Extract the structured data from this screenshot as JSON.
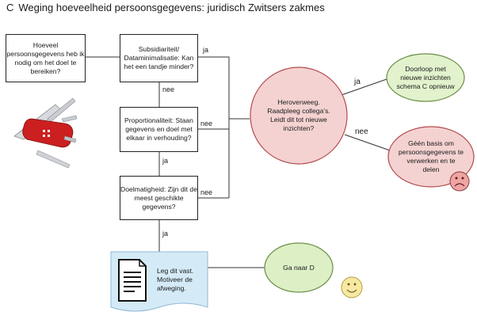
{
  "title": {
    "letter": "C",
    "text": "Weging hoeveelheid persoonsgegevens: juridisch Zwitsers zakmes"
  },
  "nodes": {
    "hoeveel": "Hoeveel persoonsgegevens heb ik nodig om het doel te bereiken?",
    "subsidiariteit": "Subsidiariteit/ Dataminimalisatie: Kan het een tandje minder?",
    "proportionaliteit": "Proportionaliteit: Staan gegevens en doel met elkaar in verhouding?",
    "doelmatigheid": "Doelmatigheid: Zijn dit de meest geschikte gegevens?",
    "heroverweeg": "Heroverweeg. Raadpleeg collega's. Leidt dit tot nieuwe inzichten?",
    "doorloop": "Doorloop met nieuwe inzichten schema C opnieuw",
    "geen_basis": "Géén basis om persoonsgegevens te verwerken en te delen",
    "leg_vast": "Leg dit vast. Motiveer de afweging.",
    "ga_naar": "Ga naar D"
  },
  "labels": {
    "ja_subsid": "ja",
    "nee_subsid": "nee",
    "nee_proport": "nee",
    "ja_proport": "ja",
    "nee_doelm": "nee",
    "ja_doelm": "ja",
    "ja_herov": "ja",
    "nee_herov": "nee"
  },
  "colors": {
    "heroverweeg_fill": "#f4d2d2",
    "heroverweeg_stroke": "#b44a4a",
    "doorloop_fill": "#e1f2cd",
    "doorloop_stroke": "#6b8f44",
    "geen_fill": "#f4d2d2",
    "geen_stroke": "#b44a4a",
    "ga_fill": "#dcefc5",
    "ga_stroke": "#6b8f44",
    "doc_fill": "#d4ebf7",
    "knife_red": "#cc1f1f"
  },
  "icons": [
    "swiss-army-knife-icon",
    "document-icon",
    "sad-face-icon",
    "happy-face-icon"
  ]
}
